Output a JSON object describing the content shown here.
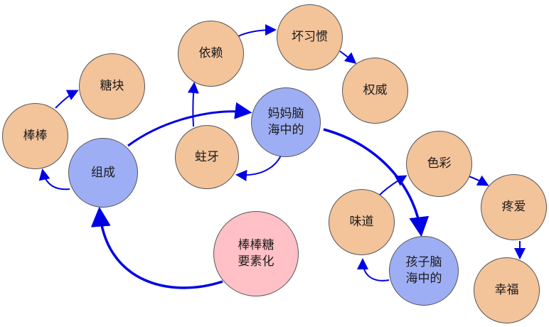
{
  "colors": {
    "orange_node": "#f3c39a",
    "blue_node": "#9eaef5",
    "pink_node": "#ffc0c6",
    "arrow": "#0000e6"
  },
  "nodes": {
    "bangbang": "棒棒",
    "tangkuai": "糖块",
    "zucheng": "组成",
    "yilai": "依赖",
    "huaixiguan": "坏习惯",
    "quanwei": "权威",
    "mama": "妈妈脑\n海中的",
    "zhuya": "蛀牙",
    "weidao": "味道",
    "secai": "色彩",
    "teng_ai": "疼爱",
    "haizi": "孩子脑\n海中的",
    "xingfu": "幸福",
    "center": "棒棒糖\n要素化"
  }
}
